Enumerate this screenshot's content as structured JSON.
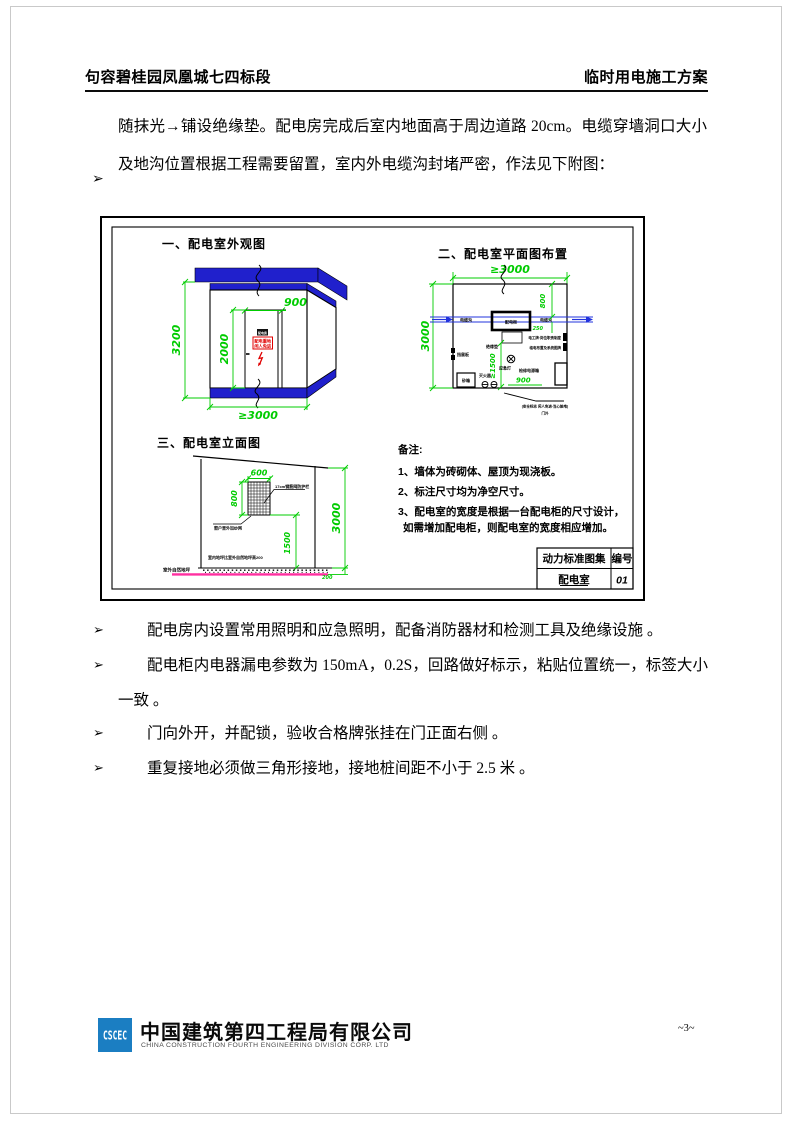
{
  "header": {
    "left_title": "句容碧桂园凤凰城七四标段",
    "right_title": "临时用电施工方案"
  },
  "intro": {
    "paragraph": "随抹光→铺设绝缘垫。配电房完成后室内地面高于周边道路 20cm。电缆穿墙洞口大小及地沟位置根据工程需要留置，室内外电缆沟封堵严密，作法见下附图：",
    "lone_marker": "➢"
  },
  "figure": {
    "view1": {
      "title": "一、配电室外观图",
      "dim_height": "3200",
      "dim_door_height": "2000",
      "dim_door_width": "900",
      "dim_width": "≥3000",
      "plate_text": "配电房",
      "sign_line1": "配电重地",
      "sign_line2": "闲人免进"
    },
    "view2": {
      "title": "二、配电室平面图布置",
      "dim_width": "≥3000",
      "dim_depth": "3000",
      "dim_trench_offset": "800",
      "dim_trench_width": "250",
      "dim_clearance": "≥1500",
      "dim_door": "900",
      "label_trench_left": "电缆沟",
      "label_cabinet": "配电柜",
      "label_trench_right": "电缆沟",
      "label_mat": "绝缘垫",
      "label_lamp": "应急灯",
      "label_rodent_board": "挡鼠板",
      "label_sand_box": "砂箱",
      "label_extinguisher": "灭火器",
      "label_board1": "电工牌·岗位职责制度",
      "label_board2": "临电布置及系统图牌",
      "label_power_box": "检修电源箱",
      "leader_text": "(安全标志 闲人免进·当心触电)",
      "leader_text2": "门外"
    },
    "view3": {
      "title": "三、配电室立面图",
      "dim_window_width": "600",
      "dim_window_height": "800",
      "dim_sill": "1500",
      "dim_height": "3000",
      "dim_plinth": "200",
      "label_mesh": "17cm钢筋网防护栏",
      "label_window": "窗户里外加纱网",
      "label_floor": "室内地坪比室外自然地坪高200",
      "label_ground": "室外自然地坪"
    },
    "notes": {
      "title": "备注:",
      "item1": "1、墙体为砖砌体、屋顶为现浇板。",
      "item2": "2、标注尺寸均为净空尺寸。",
      "item3": "3、配电室的宽度是根据一台配电柜的尺寸设计，",
      "item4": "如需增加配电柜，则配电室的宽度相应增加。"
    },
    "title_block": {
      "header_left": "动力标准图集",
      "header_right": "编号",
      "name": "配电室",
      "number": "01"
    }
  },
  "bullets": {
    "marker": "➢",
    "item1": "配电房内设置常用照明和应急照明，配备消防器材和检测工具及绝缘设施 。",
    "item2": "配电柜内电器漏电参数为 150mA，0.2S，回路做好标示，粘贴位置统一，标签大小一致 。",
    "item3": "门向外开，并配锁，验收合格牌张挂在门正面右侧 。",
    "item4": "重复接地必须做三角形接地，接地桩间距不小于 2.5 米 。"
  },
  "footer": {
    "logo_text": "CSCEC",
    "company_cn": "中国建筑第四工程局有限公司",
    "company_en": "CHINA CONSTRUCTION FOURTH ENGINEERING DIVISION CORP. LTD",
    "page_number": "~3~"
  },
  "colors": {
    "roof-blue": "#2020cc",
    "dim-green": "#00cc00",
    "trench-blue": "#2233dd",
    "warning-red": "#e00000",
    "ground-magenta": "#ff2fa0",
    "logo-blue": "#1b7ec2"
  }
}
